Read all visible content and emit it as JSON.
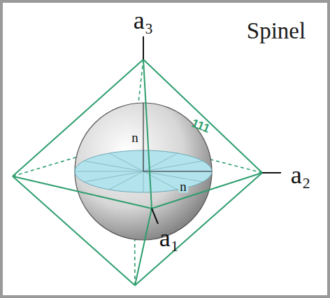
{
  "diagram": {
    "title": "Spinel",
    "labels": [
      "a₃",
      "a₂",
      "a₁",
      "n",
      "n",
      "111"
    ]
  }
}
